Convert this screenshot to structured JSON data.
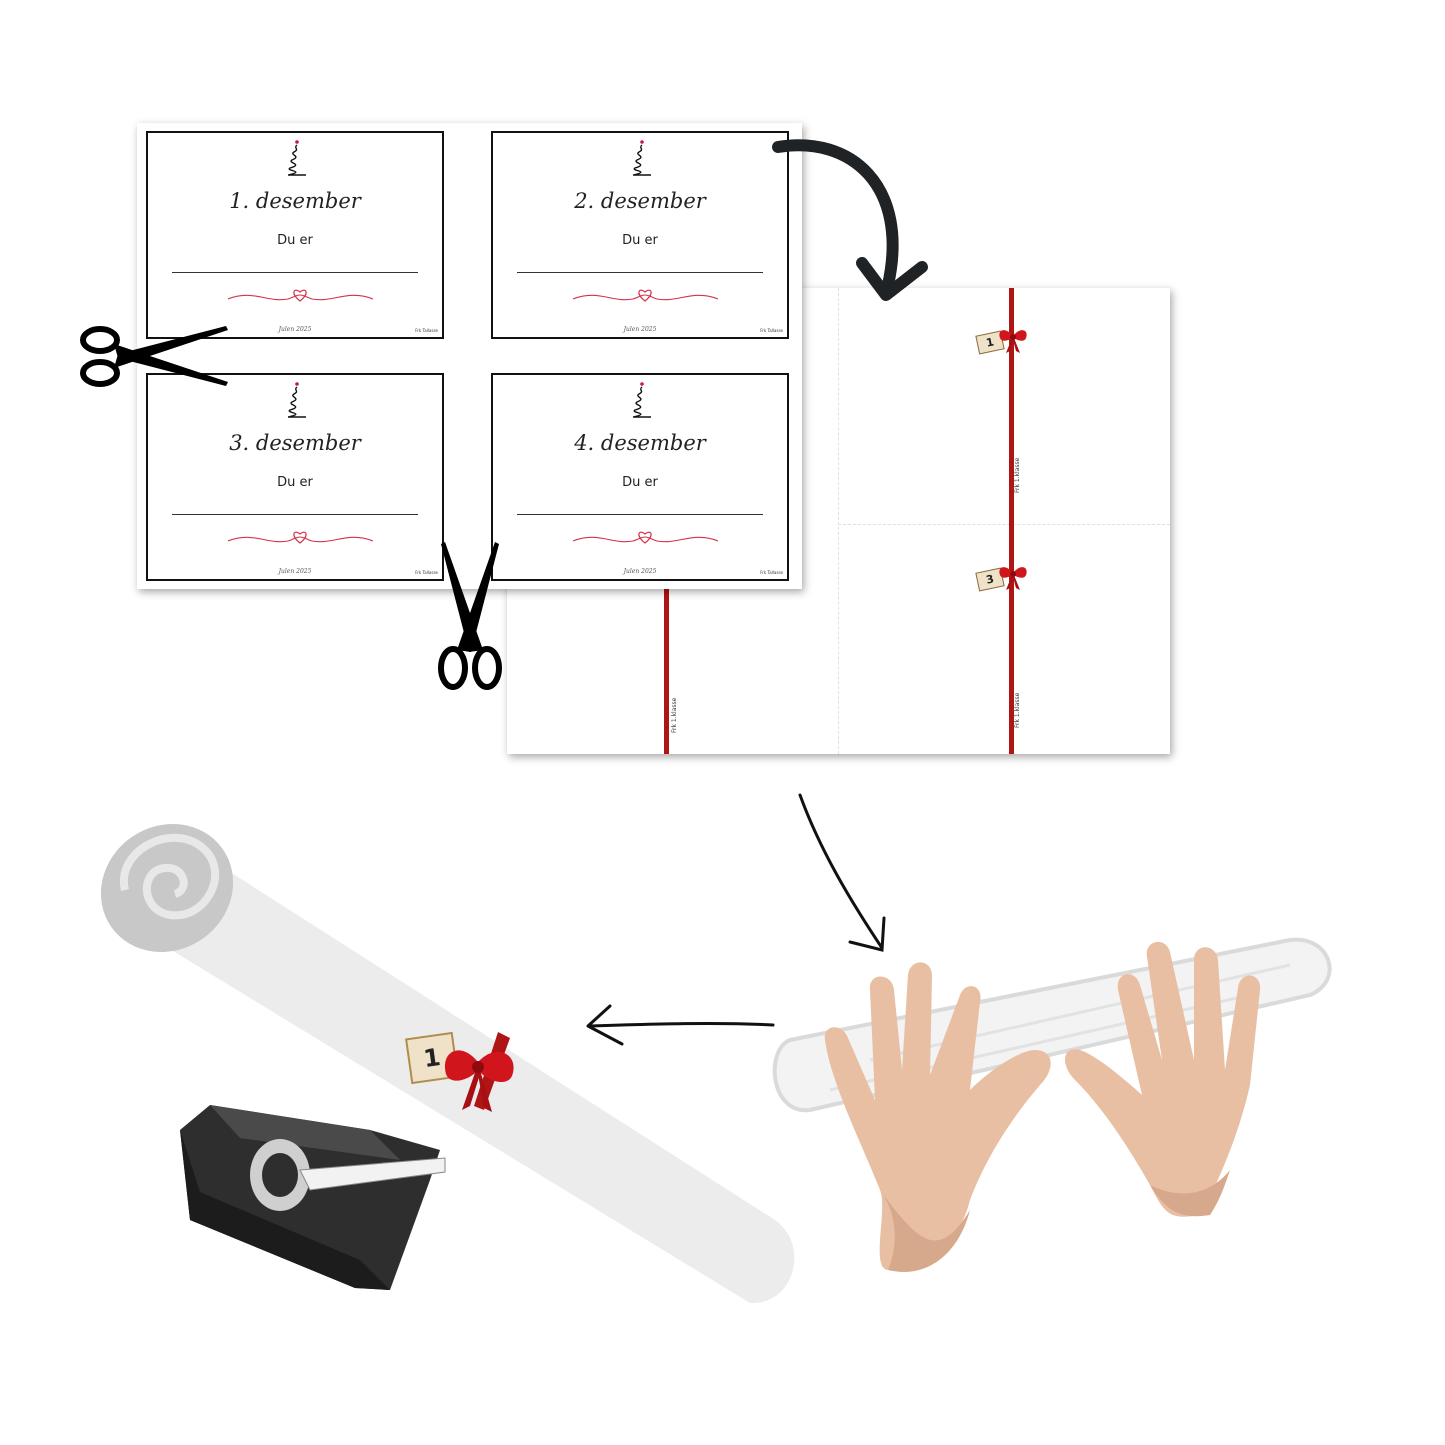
{
  "cards": [
    {
      "title": "1. desember",
      "subtitle": "Du er",
      "footer": "Julen 2025",
      "brand": "Frk Tallasse"
    },
    {
      "title": "2. desember",
      "subtitle": "Du er",
      "footer": "Julen 2025",
      "brand": "Frk Tallasse"
    },
    {
      "title": "3. desember",
      "subtitle": "Du er",
      "footer": "Julen 2025",
      "brand": "Frk Tallasse"
    },
    {
      "title": "4. desember",
      "subtitle": "Du er",
      "footer": "Julen 2025",
      "brand": "Frk Tallasse"
    }
  ],
  "back_sheet": {
    "tags": [
      "1",
      "3"
    ],
    "brand": "Frk 1.klasse"
  },
  "roll_tag": "1",
  "colors": {
    "ribbon": "#b01515",
    "bow": "#d0161c",
    "skin": "#e9bfa3",
    "tape_dispenser": "#3a3a3a",
    "roll": "#ececec",
    "heart_line": "#d2334a"
  },
  "icons": [
    "scissors-icon",
    "scissors-icon",
    "christmas-tree-icon",
    "heart-swirl-icon",
    "bow-icon",
    "tape-dispenser-icon",
    "hands-icon",
    "paper-roll-icon",
    "arrow-icon"
  ]
}
